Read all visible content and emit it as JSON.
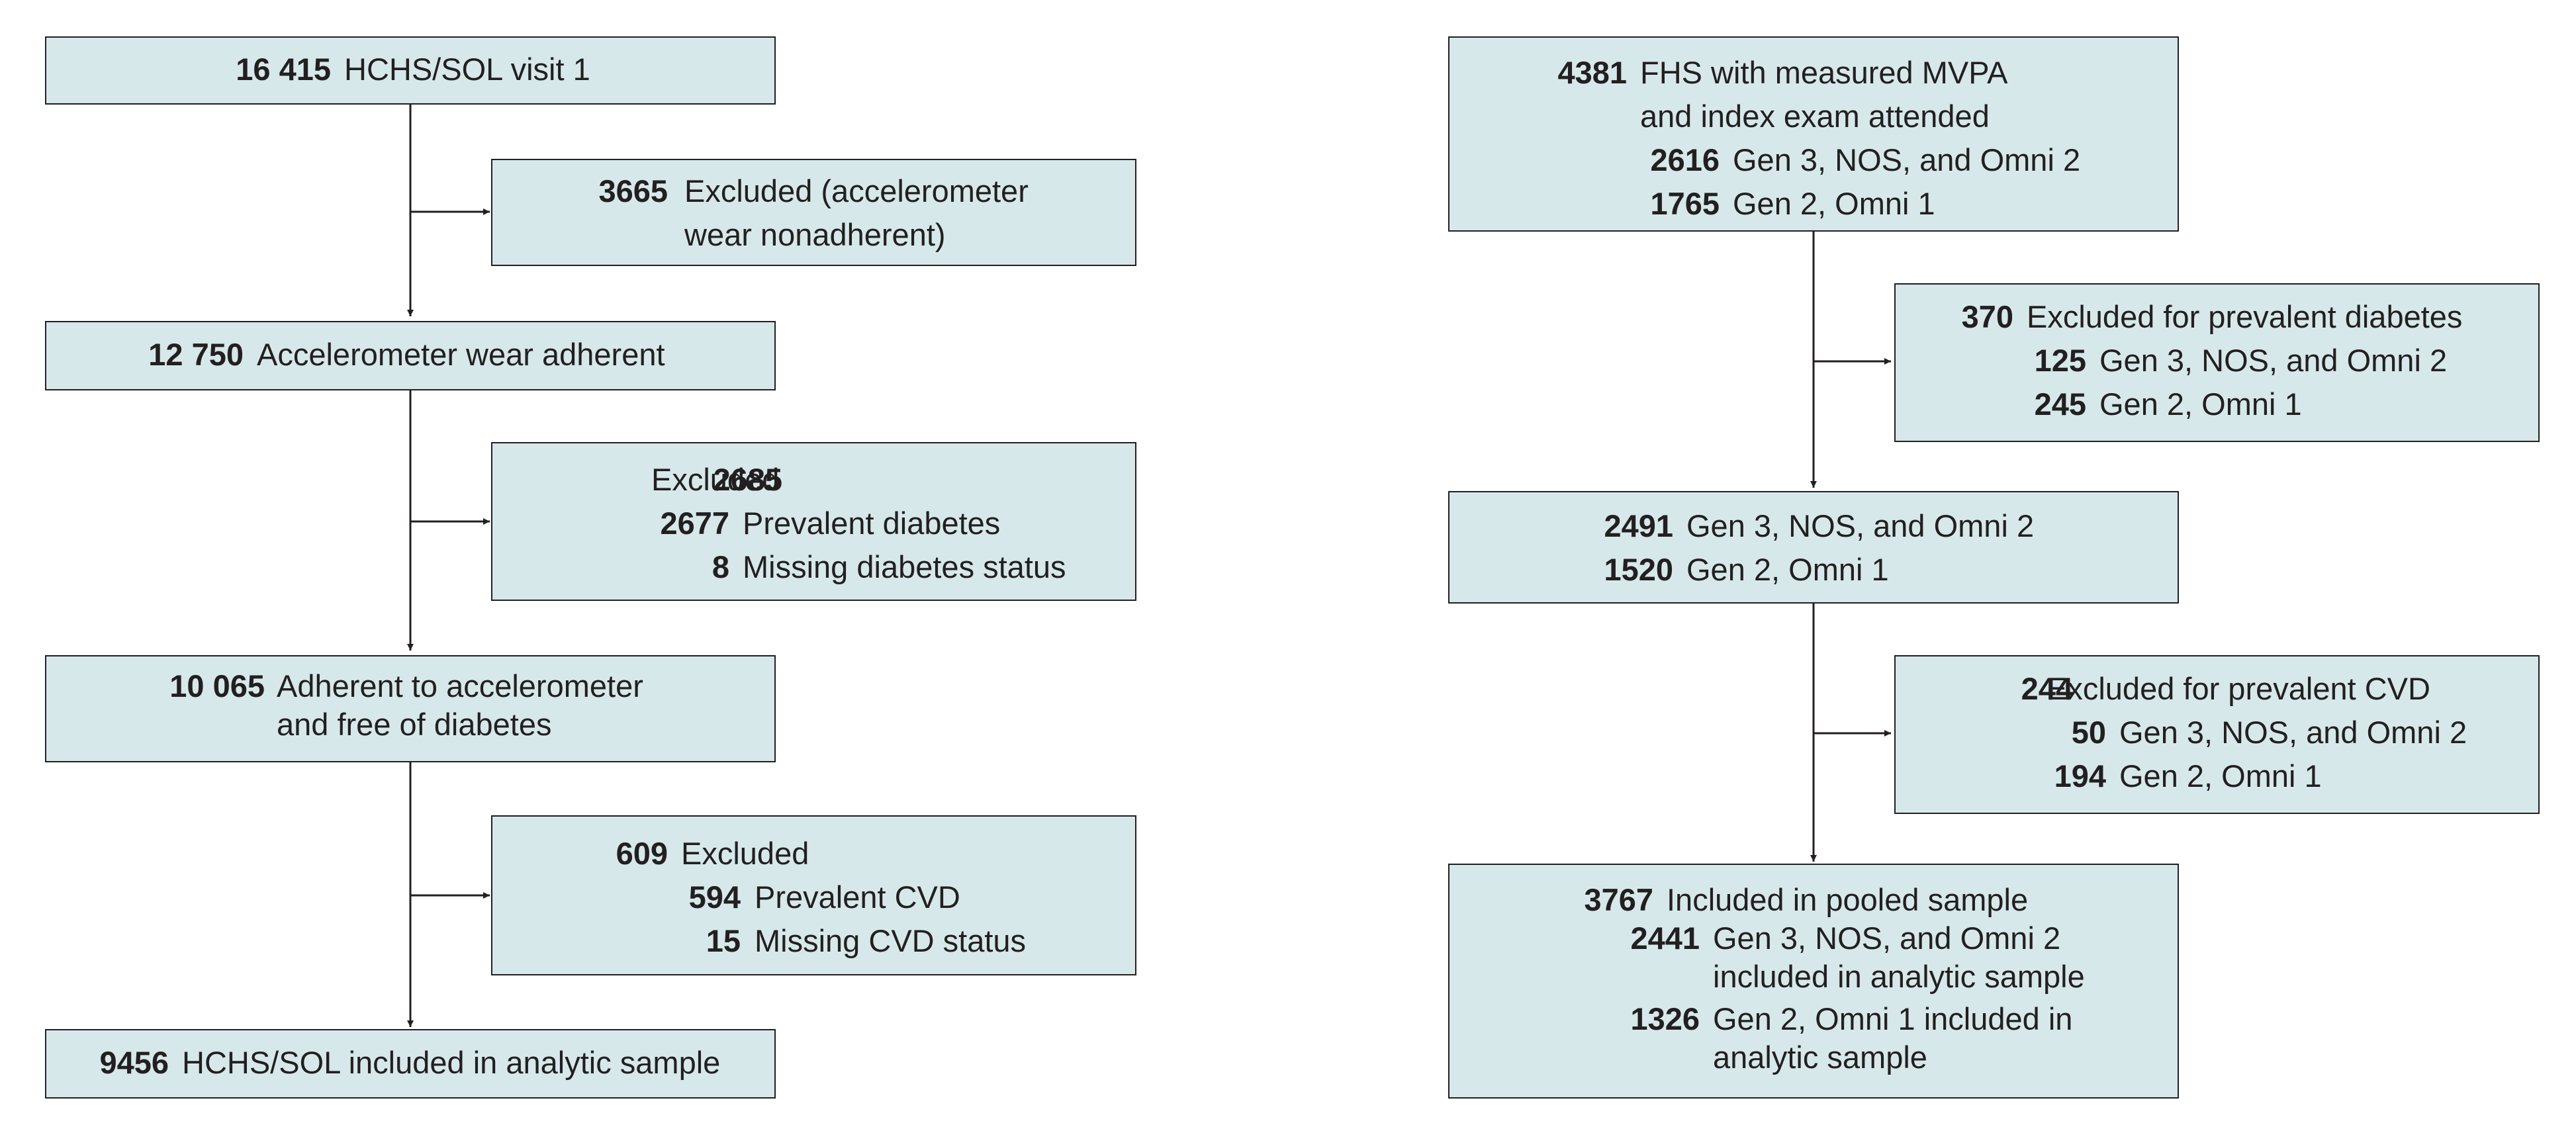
{
  "hchs": {
    "visit1": {
      "num": "16 415",
      "text": "HCHS/SOL visit 1"
    },
    "excl_accel": {
      "num": "3665",
      "text": [
        "Excluded (accelerometer",
        "wear nonadherent)"
      ]
    },
    "adherent": {
      "num": "12 750",
      "text": "Accelerometer wear adherent"
    },
    "excl_diabetes": {
      "num": "2685",
      "text": "Excluded",
      "items": [
        {
          "num": "2677",
          "text": "Prevalent diabetes"
        },
        {
          "num": "8",
          "text": "Missing diabetes status"
        }
      ]
    },
    "free_diabetes": {
      "num": "10 065",
      "text": [
        "Adherent to accelerometer",
        "and free of diabetes"
      ]
    },
    "excl_cvd": {
      "num": "609",
      "text": "Excluded",
      "items": [
        {
          "num": "594",
          "text": "Prevalent CVD"
        },
        {
          "num": "15",
          "text": "Missing CVD status"
        }
      ]
    },
    "final": {
      "num": "9456",
      "text": "HCHS/SOL included in analytic sample"
    }
  },
  "fhs": {
    "start": {
      "num": "4381",
      "text": [
        "FHS with measured MVPA",
        "and index exam attended"
      ],
      "items": [
        {
          "num": "2616",
          "text": "Gen 3, NOS, and Omni 2"
        },
        {
          "num": "1765",
          "text": "Gen 2, Omni 1"
        }
      ]
    },
    "excl_diabetes": {
      "num": "370",
      "text": "Excluded for prevalent diabetes",
      "items": [
        {
          "num": "125",
          "text": "Gen 3, NOS, and Omni 2"
        },
        {
          "num": "245",
          "text": "Gen 2, Omni 1"
        }
      ]
    },
    "mid": {
      "items": [
        {
          "num": "2491",
          "text": "Gen 3, NOS, and Omni 2"
        },
        {
          "num": "1520",
          "text": "Gen 2, Omni 1"
        }
      ]
    },
    "excl_cvd": {
      "num": "244",
      "text": "Excluded for prevalent CVD",
      "items": [
        {
          "num": "50",
          "text": "Gen 3, NOS, and Omni 2"
        },
        {
          "num": "194",
          "text": "Gen 2, Omni 1"
        }
      ]
    },
    "final": {
      "num": "3767",
      "text": "Included in pooled sample",
      "items": [
        {
          "num": "2441",
          "text": [
            "Gen 3, NOS, and Omni 2",
            "included in analytic sample"
          ]
        },
        {
          "num": "1326",
          "text": [
            "Gen 2, Omni 1 included in",
            "analytic sample"
          ]
        }
      ]
    }
  }
}
